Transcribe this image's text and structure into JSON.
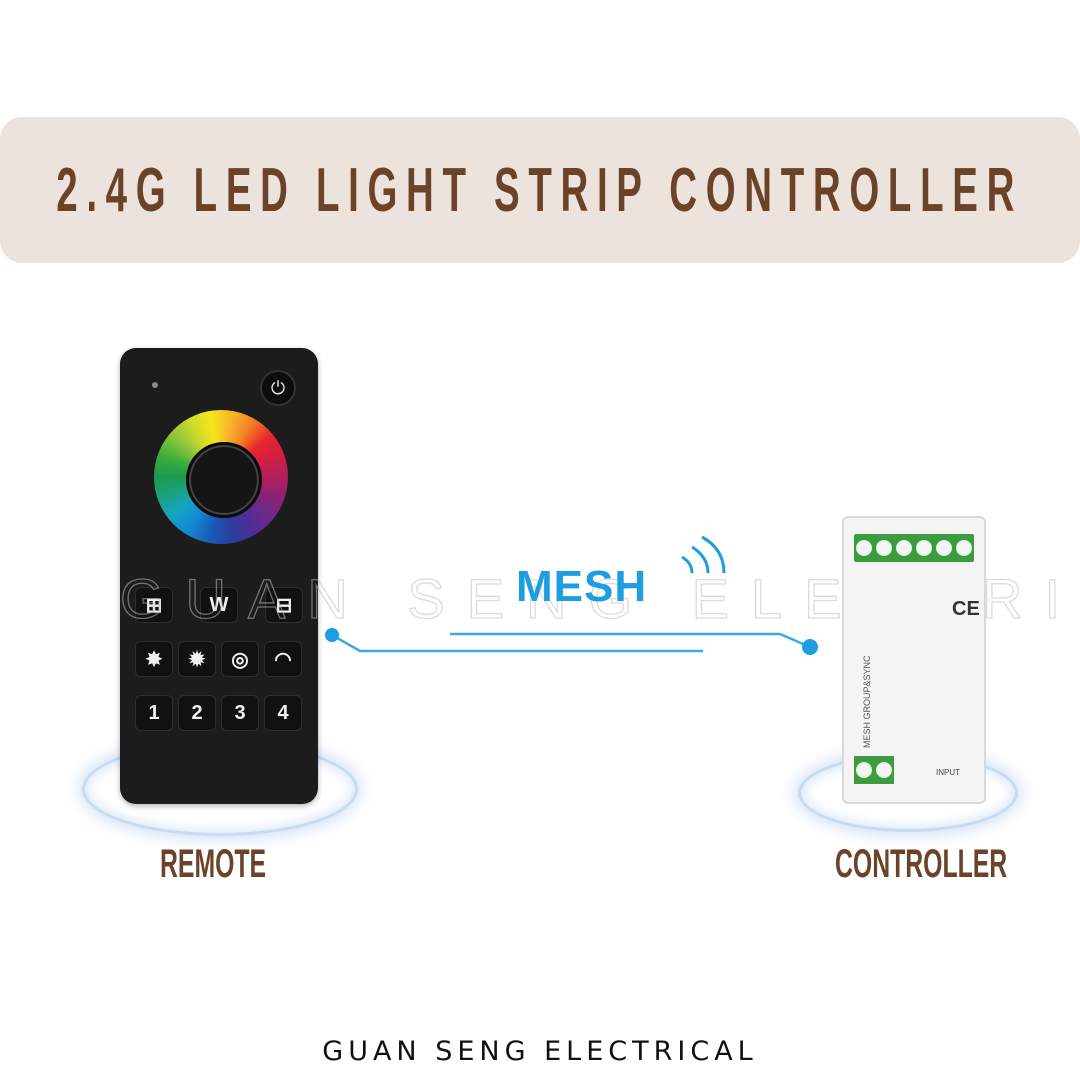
{
  "banner": {
    "title": "2.4G LED LIGHT STRIP CONTROLLER",
    "background": "#ede3dd",
    "text_color": "#6b4328"
  },
  "remote": {
    "label": "REMOTE",
    "power_icon": "⏻",
    "rows": [
      [
        "zone-plus",
        "W",
        "zone-minus"
      ],
      [
        "brightness-up",
        "brightness-down",
        "mode",
        "speed"
      ],
      [
        "1",
        "2",
        "3",
        "4"
      ]
    ],
    "keys": {
      "w": "W",
      "n1": "1",
      "n2": "2",
      "n3": "3",
      "n4": "4",
      "zone_plus": "⊞",
      "zone_minus": "⊟",
      "bright_up": "✸",
      "bright_down": "✹",
      "mode": "◎",
      "speed": "◠"
    }
  },
  "link": {
    "mesh_label": "MESH",
    "color": "#1e9ee0",
    "watermark": "GUAN SENG ELECTRICAL"
  },
  "controller": {
    "label": "CONTROLLER",
    "device_title": "MESH GROUP&SYNC",
    "ce_mark": "CE",
    "input_label": "INPUT"
  },
  "footer": {
    "brand": "GUAN SENG ELECTRICAL"
  }
}
